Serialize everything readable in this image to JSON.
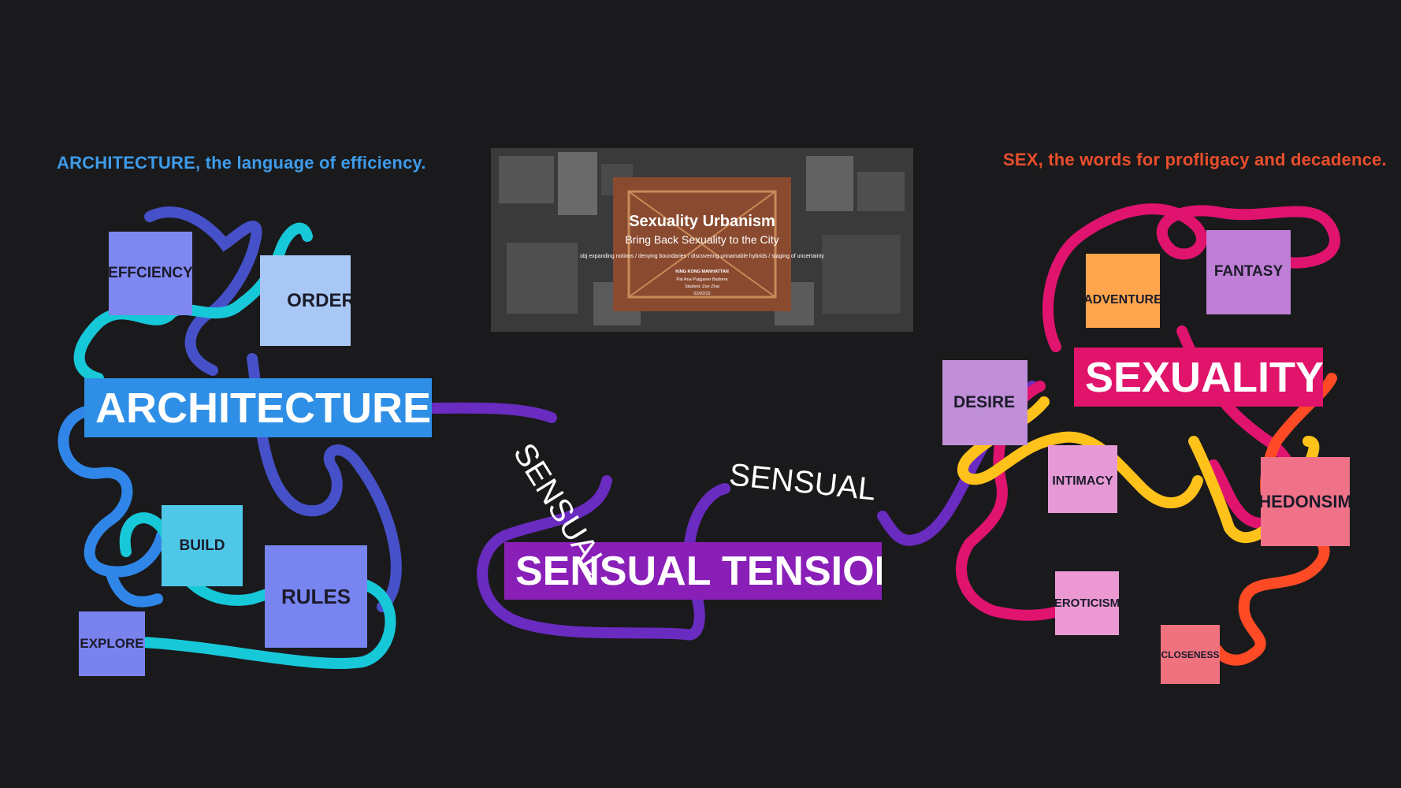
{
  "headings": {
    "left": "ARCHITECTURE, the language of efficiency.",
    "right": "SEX, the words for profligacy and decadence."
  },
  "cover": {
    "title": "Sexuality Urbanism",
    "subtitle": "Bring Back Sexuality to the City",
    "line": "obj expanding notions / denying boundaries / discovering unnamable hybrids / staging of uncertainty",
    "credits": [
      "KING KONG MANHATTAN",
      "Pat Ana Puigjaner Barbera",
      "Student: Zoe Zhai",
      "02/02/22"
    ]
  },
  "left_cluster": {
    "title": "ARCHITECTURE",
    "notes": [
      "EFFCIENCY",
      "ORDER",
      "BUILD",
      "RULES",
      "EXPLORE"
    ]
  },
  "center_cluster": {
    "title": "SENSUAL TENSION",
    "labels": [
      "SENSUAL",
      "SENSUAL"
    ]
  },
  "right_cluster": {
    "title": "SEXUALITY",
    "notes": [
      "ADVENTURE",
      "FANTASY",
      "DESIRE",
      "INTIMACY",
      "HEDONSIM",
      "EROTICISM",
      "CLOSENESS"
    ]
  },
  "colors": {
    "background": "#1a1a1c",
    "architecture_band": "#2f8fe6",
    "sensual_band": "#8a1fb8",
    "sexuality_band": "#e0146b",
    "left_heading": "#3d9be9",
    "right_heading": "#e94e2c",
    "strand_blue": "#2f86e8",
    "strand_indigo": "#4650c8",
    "strand_cyan": "#17c8d8",
    "strand_purple": "#6a2bc0",
    "strand_magenta": "#e0136f",
    "strand_yellow": "#ffc21a",
    "strand_orange": "#ff4a26"
  }
}
